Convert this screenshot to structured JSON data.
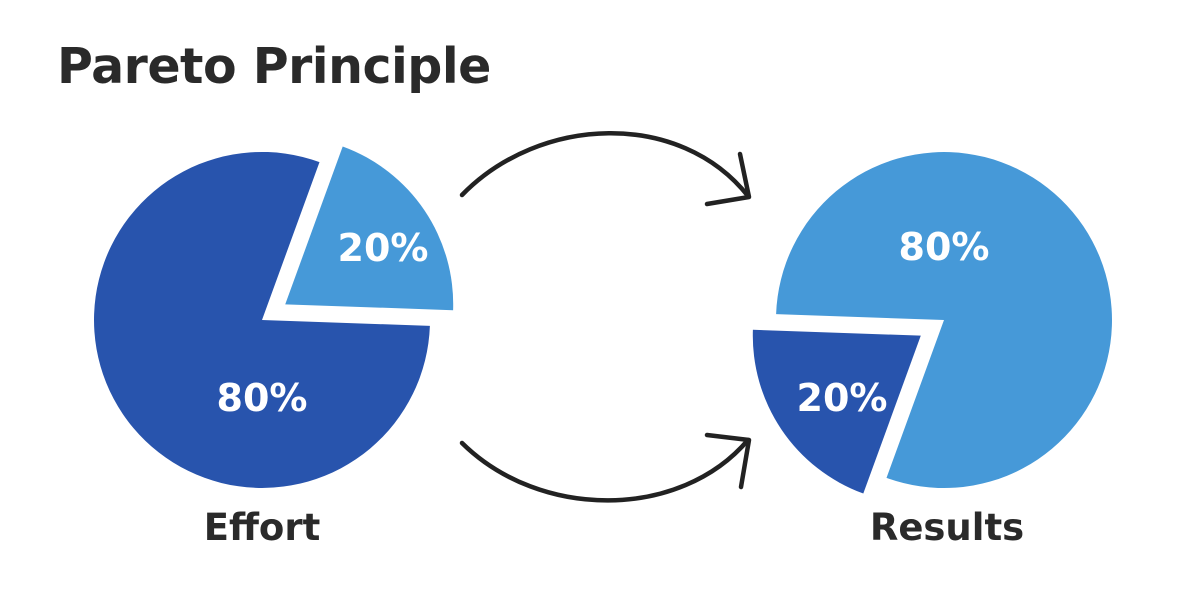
{
  "title": "Pareto Principle",
  "colors": {
    "dark_blue": "#2854ad",
    "light_blue": "#4699d8",
    "arrow": "#222222",
    "text": "#2a2a2a"
  },
  "chart_data": [
    {
      "type": "pie",
      "label": "Effort",
      "slices": [
        {
          "label": "20%",
          "value": 20,
          "color": "#4699d8",
          "exploded": true
        },
        {
          "label": "80%",
          "value": 80,
          "color": "#2854ad",
          "exploded": false
        }
      ]
    },
    {
      "type": "pie",
      "label": "Results",
      "slices": [
        {
          "label": "80%",
          "value": 80,
          "color": "#4699d8",
          "exploded": false
        },
        {
          "label": "20%",
          "value": 20,
          "color": "#2854ad",
          "exploded": true
        }
      ]
    }
  ],
  "arrows": [
    {
      "name": "top-arrow"
    },
    {
      "name": "bottom-arrow"
    }
  ]
}
